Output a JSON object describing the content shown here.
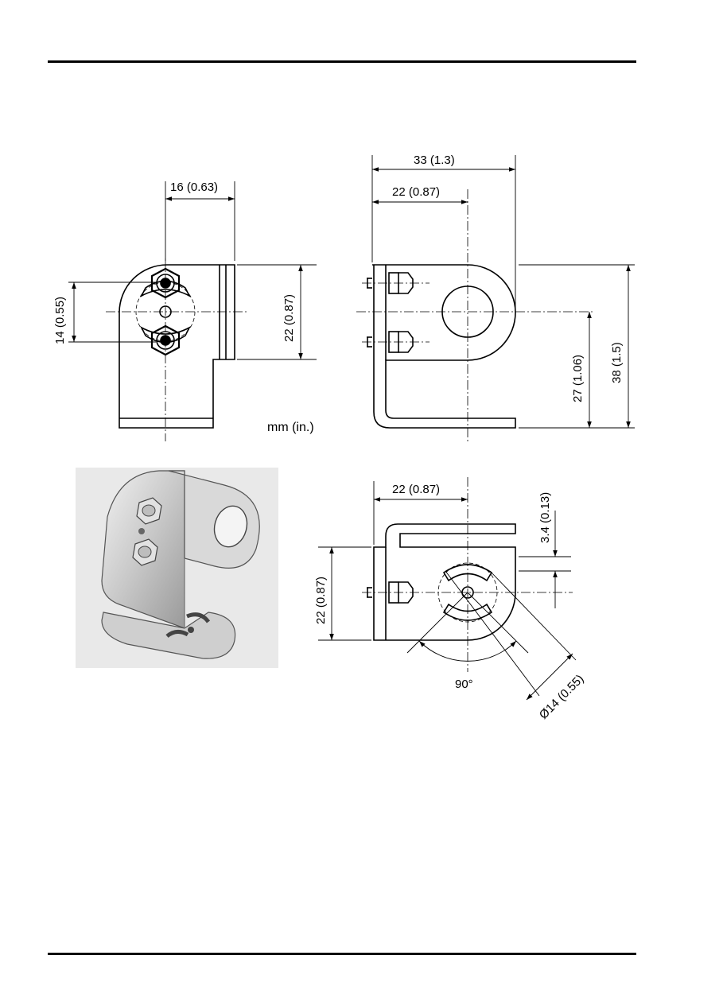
{
  "units_note": "mm (in.)",
  "dimensions": {
    "front_width": "16 (0.63)",
    "front_slot_spacing": "14 (0.55)",
    "front_height": "22 (0.87)",
    "side_overall_length": "33 (1.3)",
    "side_hole_offset": "22 (0.87)",
    "side_overall_height": "38 (1.5)",
    "side_hole_height": "27 (1.06)",
    "bottom_hole_offset": "22 (0.87)",
    "bottom_thickness": "3.4 (0.13)",
    "bottom_height": "22 (0.87)",
    "slot_angle": "90°",
    "slot_circle_diameter": "Ø14 (0.55)"
  },
  "colors": {
    "line": "#000000",
    "photo_bg": "#e9e9e9",
    "metal": "#cfcfcf"
  }
}
